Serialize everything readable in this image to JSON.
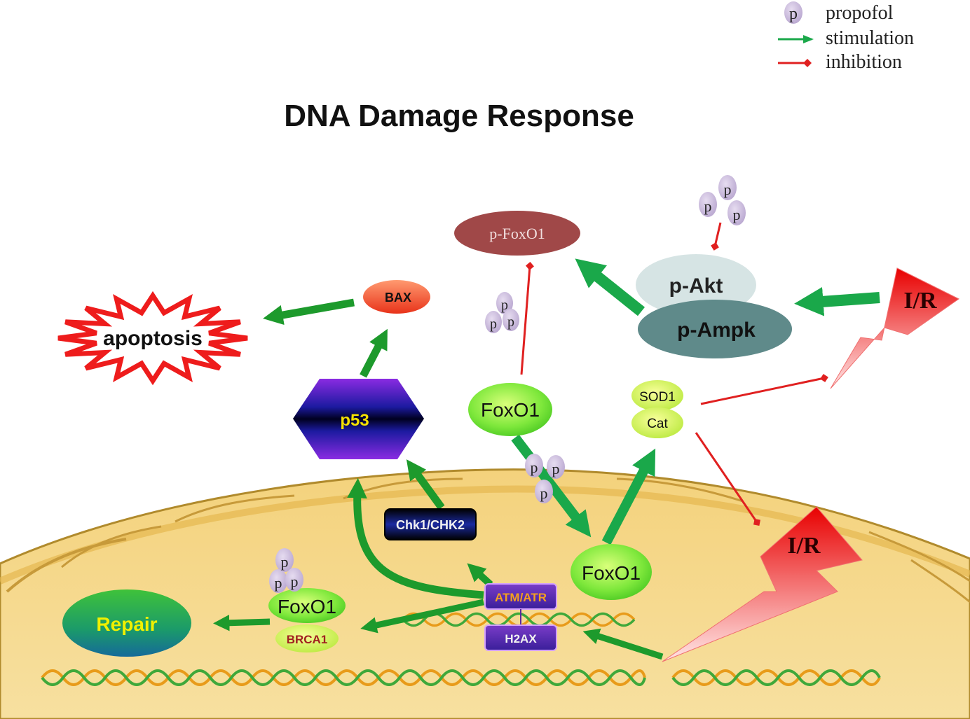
{
  "title": "DNA Damage Response",
  "legend": {
    "propofol_symbol": "p",
    "propofol": "propofol",
    "stimulation": "stimulation",
    "inhibition": "inhibition",
    "stimulation_color": "#1aa84a",
    "inhibition_color": "#e02020"
  },
  "nodes": {
    "p_foxo1": "p-FoxO1",
    "p_akt": "p-Akt",
    "p_ampk": "p-Ampk",
    "ir_top": "I/R",
    "ir_bottom": "I/R",
    "bax": "BAX",
    "apoptosis": "apoptosis",
    "p53": "p53",
    "foxo1_cyto": "FoxO1",
    "sod1": "SOD1",
    "cat": "Cat",
    "chk": "Chk1/CHK2",
    "foxo1_nuc": "FoxO1",
    "atm_atr": "ATM/ATR",
    "h2ax": "H2AX",
    "foxo1_repair": "FoxO1",
    "brca1": "BRCA1",
    "repair": "Repair"
  },
  "propofol_marker": "p"
}
